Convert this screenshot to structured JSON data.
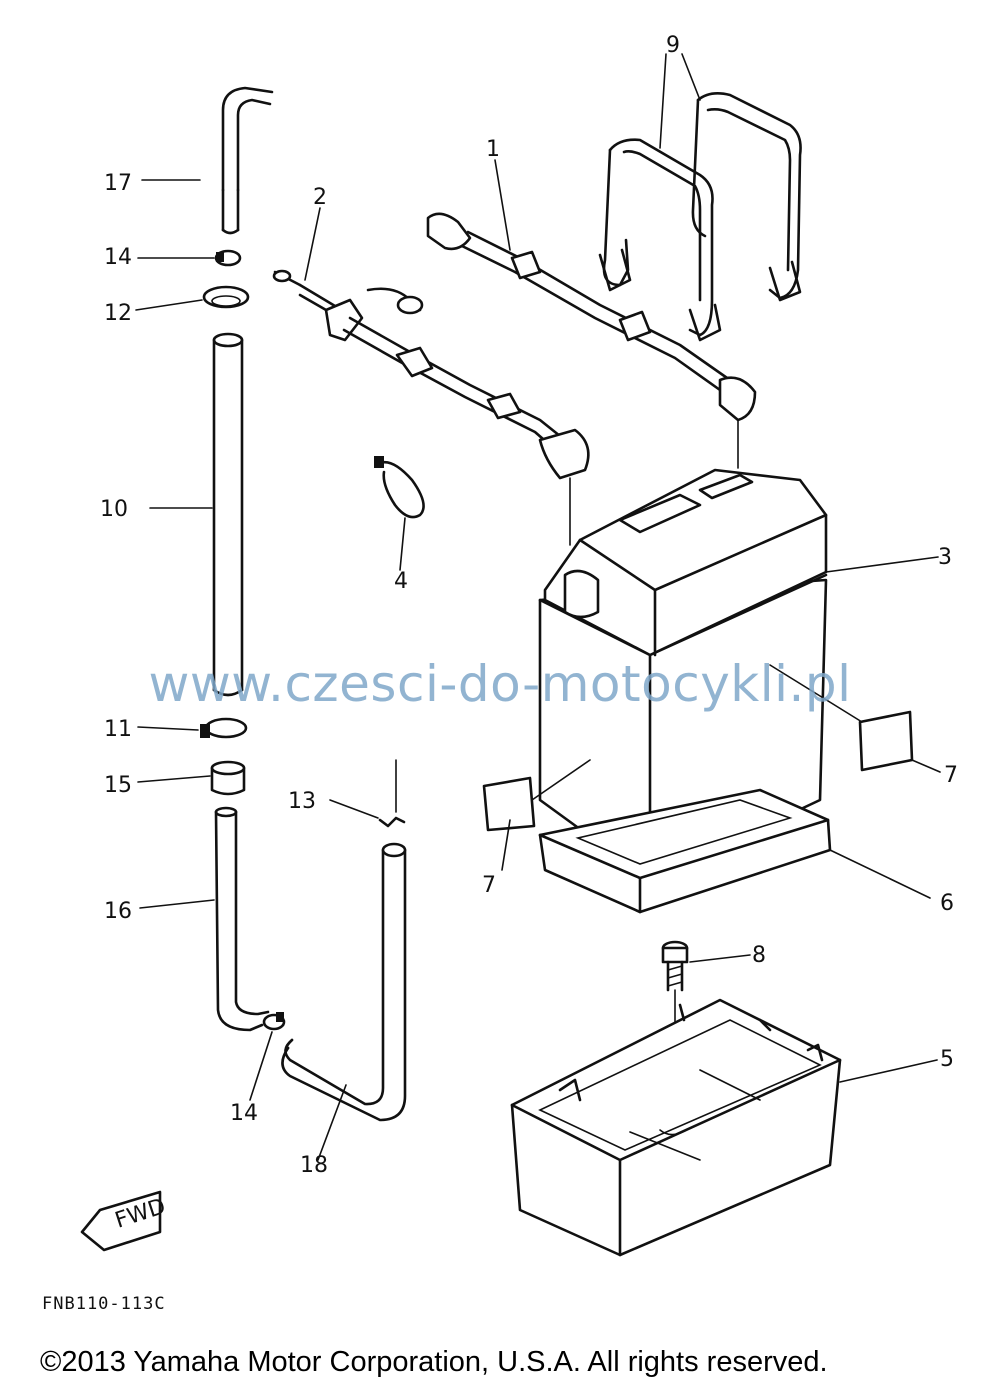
{
  "labels": {
    "1": "1",
    "2": "2",
    "3": "3",
    "4": "4",
    "5": "5",
    "6": "6",
    "7": "7",
    "8": "8",
    "9": "9",
    "10": "10",
    "11": "11",
    "12": "12",
    "13": "13",
    "14": "14",
    "15": "15",
    "16": "16",
    "17": "17",
    "18": "18"
  },
  "fwd_text": "FWD",
  "drawing_code": "FNB110-113C",
  "watermark": "www.czesci-do-motocykli.pl",
  "copyright": "©2013 Yamaha Motor Corporation, U.S.A. All rights reserved."
}
